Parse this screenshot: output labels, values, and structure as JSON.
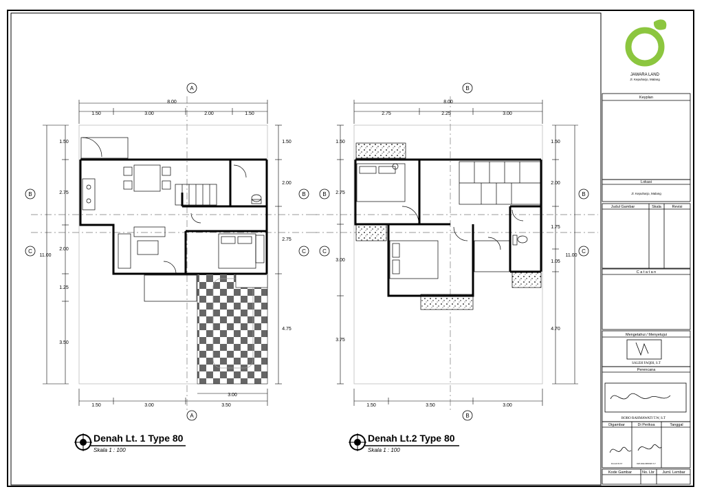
{
  "plan1": {
    "title": "Denah Lt. 1 Type 80",
    "scale": "Skala  1 : 100",
    "dims_top": [
      "1.50",
      "3.00",
      "2.00",
      "1.50"
    ],
    "dims_bottom": [
      "1.50",
      "3.00",
      "3.50"
    ],
    "dim_total_top": "8.00",
    "dim_carport": "3.00",
    "dims_left": [
      "1.50",
      "2.75",
      "2.00",
      "1.25",
      "3.50"
    ],
    "dims_right": [
      "1.50",
      "2.00",
      "2.75",
      "4.75"
    ],
    "dim_total_side": "11.00",
    "sections": {
      "a": "A",
      "b": "B",
      "c": "C"
    }
  },
  "plan2": {
    "title": "Denah Lt.2 Type 80",
    "scale": "Skala  1 : 100",
    "dims_top": [
      "2.75",
      "2.25",
      "3.00"
    ],
    "dims_bottom": [
      "1.50",
      "3.50",
      "3.00"
    ],
    "dim_total_top": "8.00",
    "dims_left": [
      "1.50",
      "2.75",
      "3.00",
      "3.75"
    ],
    "dims_right": [
      "1.50",
      "2.00",
      "1.75",
      "1.05",
      "4.70"
    ],
    "dim_total_side": "11.00",
    "sections": {
      "b": "B",
      "c": "C"
    }
  },
  "titleblock": {
    "company": "JAWARA LAND",
    "address": "Jl. Kepuharjo, Malang",
    "keyplan": "Keyplan",
    "lokasi": "Lokasi",
    "lokasi_value": "Jl. Kepuharjo, Malang",
    "judul": "Judul Gambar",
    "skala": "Skala",
    "revisi": "Revisi",
    "catatan": "C a t a t a n",
    "mengetahui": "Mengetahui / Menyetujui",
    "approver": "SALEH FAQIH, S.T",
    "perencana": "Perencana",
    "planner": "RORO RAHMAWATI T.W, S.T",
    "digambar": "Digambar",
    "diperiksa": "Di Periksa",
    "tanggal": "Tanggal",
    "drawer": "FIA ALIF M.ST",
    "checker": "DWI ARIE WIBOWO S.T",
    "kode": "Kode Gambar",
    "nolbr": "No. Lbr",
    "jumlah": "Juml. Lembar"
  },
  "colors": {
    "logo_green": "#8cc63f",
    "line": "#000000",
    "center_line": "#777777"
  }
}
